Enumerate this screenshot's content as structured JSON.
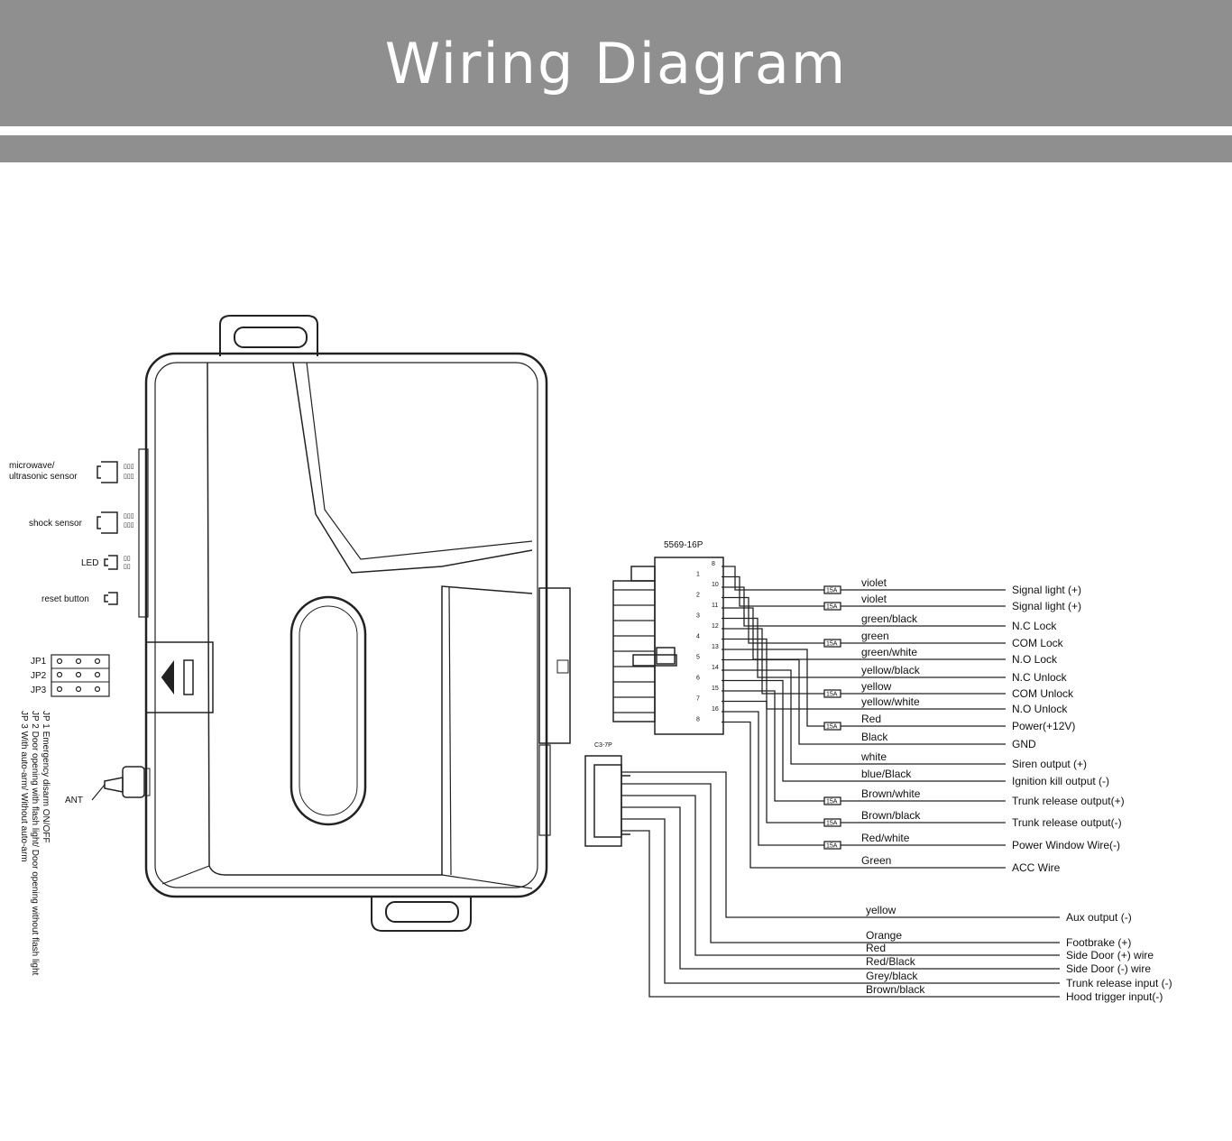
{
  "header": {
    "title": "Wiring Diagram"
  },
  "module": {
    "left_labels": [
      "microwave/",
      "ultrasonic  sensor",
      "shock sensor",
      "LED",
      "reset button"
    ],
    "jumpers": [
      "JP1",
      "JP2",
      "JP3"
    ],
    "jumper_notes": [
      "JP 1 Emergency disarm ON/OFF",
      "JP 2 Door opening with flash light/ Door opening without flash light",
      "JP 3 With auto-arm/ Without auto-arm"
    ],
    "antenna_label": "ANT"
  },
  "connector_16p": {
    "label": "5569-16P",
    "pin_numbers": [
      "8",
      "1",
      "10",
      "2",
      "11",
      "3",
      "12",
      "4",
      "13",
      "5",
      "14",
      "6",
      "15",
      "7",
      "16",
      "8"
    ],
    "wires": [
      {
        "color": "violet",
        "function": "Signal light (+)"
      },
      {
        "color": "violet",
        "function": "Signal light (+)"
      },
      {
        "color": "green/black",
        "function": "N.C Lock"
      },
      {
        "color": "green",
        "function": "COM Lock"
      },
      {
        "color": "green/white",
        "function": "N.O Lock"
      },
      {
        "color": "yellow/black",
        "function": "N.C Unlock"
      },
      {
        "color": "yellow",
        "function": "COM Unlock"
      },
      {
        "color": "yellow/white",
        "function": "N.O Unlock"
      },
      {
        "color": "Red",
        "function": "Power(+12V)"
      },
      {
        "color": "Black",
        "function": "GND"
      },
      {
        "color": "white",
        "function": "Siren output (+)"
      },
      {
        "color": "blue/Black",
        "function": "Ignition kill output (-)"
      },
      {
        "color": "Brown/white",
        "function": "Trunk release output(+)"
      },
      {
        "color": "Brown/black",
        "function": "Trunk release output(-)"
      },
      {
        "color": "Red/white",
        "function": "Power Window Wire(-)"
      },
      {
        "color": "Green",
        "function": "ACC Wire"
      }
    ],
    "fuse_label": "15A"
  },
  "connector_small": {
    "label": "C3-7P",
    "wires": [
      {
        "color": "yellow",
        "function": "Aux output (-)"
      },
      {
        "color": "Orange",
        "function": "Footbrake (+)"
      },
      {
        "color": "Red",
        "function": "Side Door (+) wire"
      },
      {
        "color": "Red/Black",
        "function": "Side Door (-) wire"
      },
      {
        "color": "Grey/black",
        "function": "Trunk release input (-)"
      },
      {
        "color": "Brown/black",
        "function": "Hood trigger input(-)"
      }
    ]
  }
}
